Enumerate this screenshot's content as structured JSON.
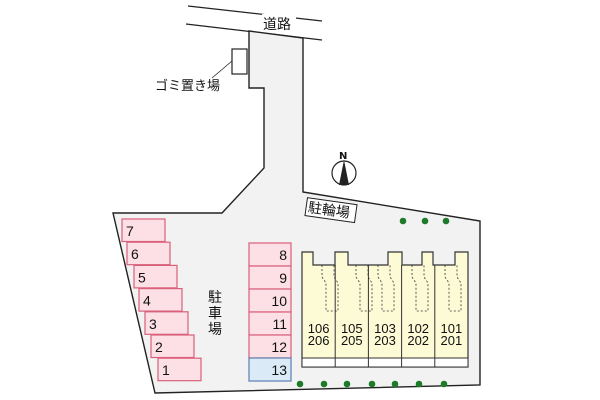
{
  "colors": {
    "lot": "#f2f2f2",
    "parking_space": "#fde0e6",
    "parking_border": "#d9607a",
    "parking_space_highlight": "#dbeaf7",
    "highlight_border": "#5a7fb0",
    "building": "#fdfbd6",
    "tree": "#1e7a2a"
  },
  "labels": {
    "road": "道路",
    "garbage": "ゴミ置き場",
    "bicycle_parking": "駐輪場",
    "parking": [
      "駐",
      "車",
      "場"
    ],
    "north": "N"
  },
  "parking_left": [
    "7",
    "6",
    "5",
    "4",
    "3",
    "2",
    "1"
  ],
  "parking_right": [
    "8",
    "9",
    "10",
    "11",
    "12",
    "13"
  ],
  "highlighted_space": "13",
  "units": [
    {
      "ground": "106",
      "upper": "206"
    },
    {
      "ground": "105",
      "upper": "205"
    },
    {
      "ground": "103",
      "upper": "203"
    },
    {
      "ground": "102",
      "upper": "202"
    },
    {
      "ground": "101",
      "upper": "201"
    }
  ],
  "icons": {
    "compass": "north-arrow-icon",
    "tree": "tree-dot-icon"
  }
}
